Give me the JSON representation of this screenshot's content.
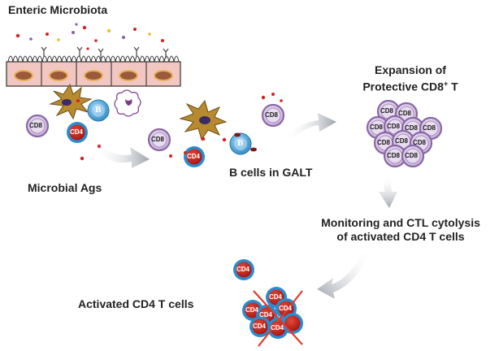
{
  "labels": {
    "enteric_microbiota": "Enteric Microbiota",
    "microbial_ags": "Microbial Ags",
    "b_cells_in_galt": "B cells in GALT",
    "expansion_line1": "Expansion of",
    "expansion_line2_prefix": "Protective CD8",
    "expansion_line2_sup": "+",
    "expansion_line2_suffix": " T",
    "monitoring_line1": "Monitoring and CTL cytolysis",
    "monitoring_line2": "of activated CD4 T cells",
    "activated_cd4": "Activated CD4 T cells"
  },
  "cell_labels": {
    "cd8": "CD8",
    "cd4": "CD4",
    "b": "B"
  },
  "colors": {
    "cd8_fill": "#d8c5e2",
    "cd8_ring": "#8a68a8",
    "cd4_ring": "#2a8ccc",
    "cd4_core": "#c01818",
    "b_fill": "#4ea6dc",
    "epithelium": "#f2c7c2",
    "nucleus": "#9c5a3c",
    "dendritic": "#b88a2e",
    "arrow": "#b3b8bf",
    "cross": "#e03a2a"
  }
}
